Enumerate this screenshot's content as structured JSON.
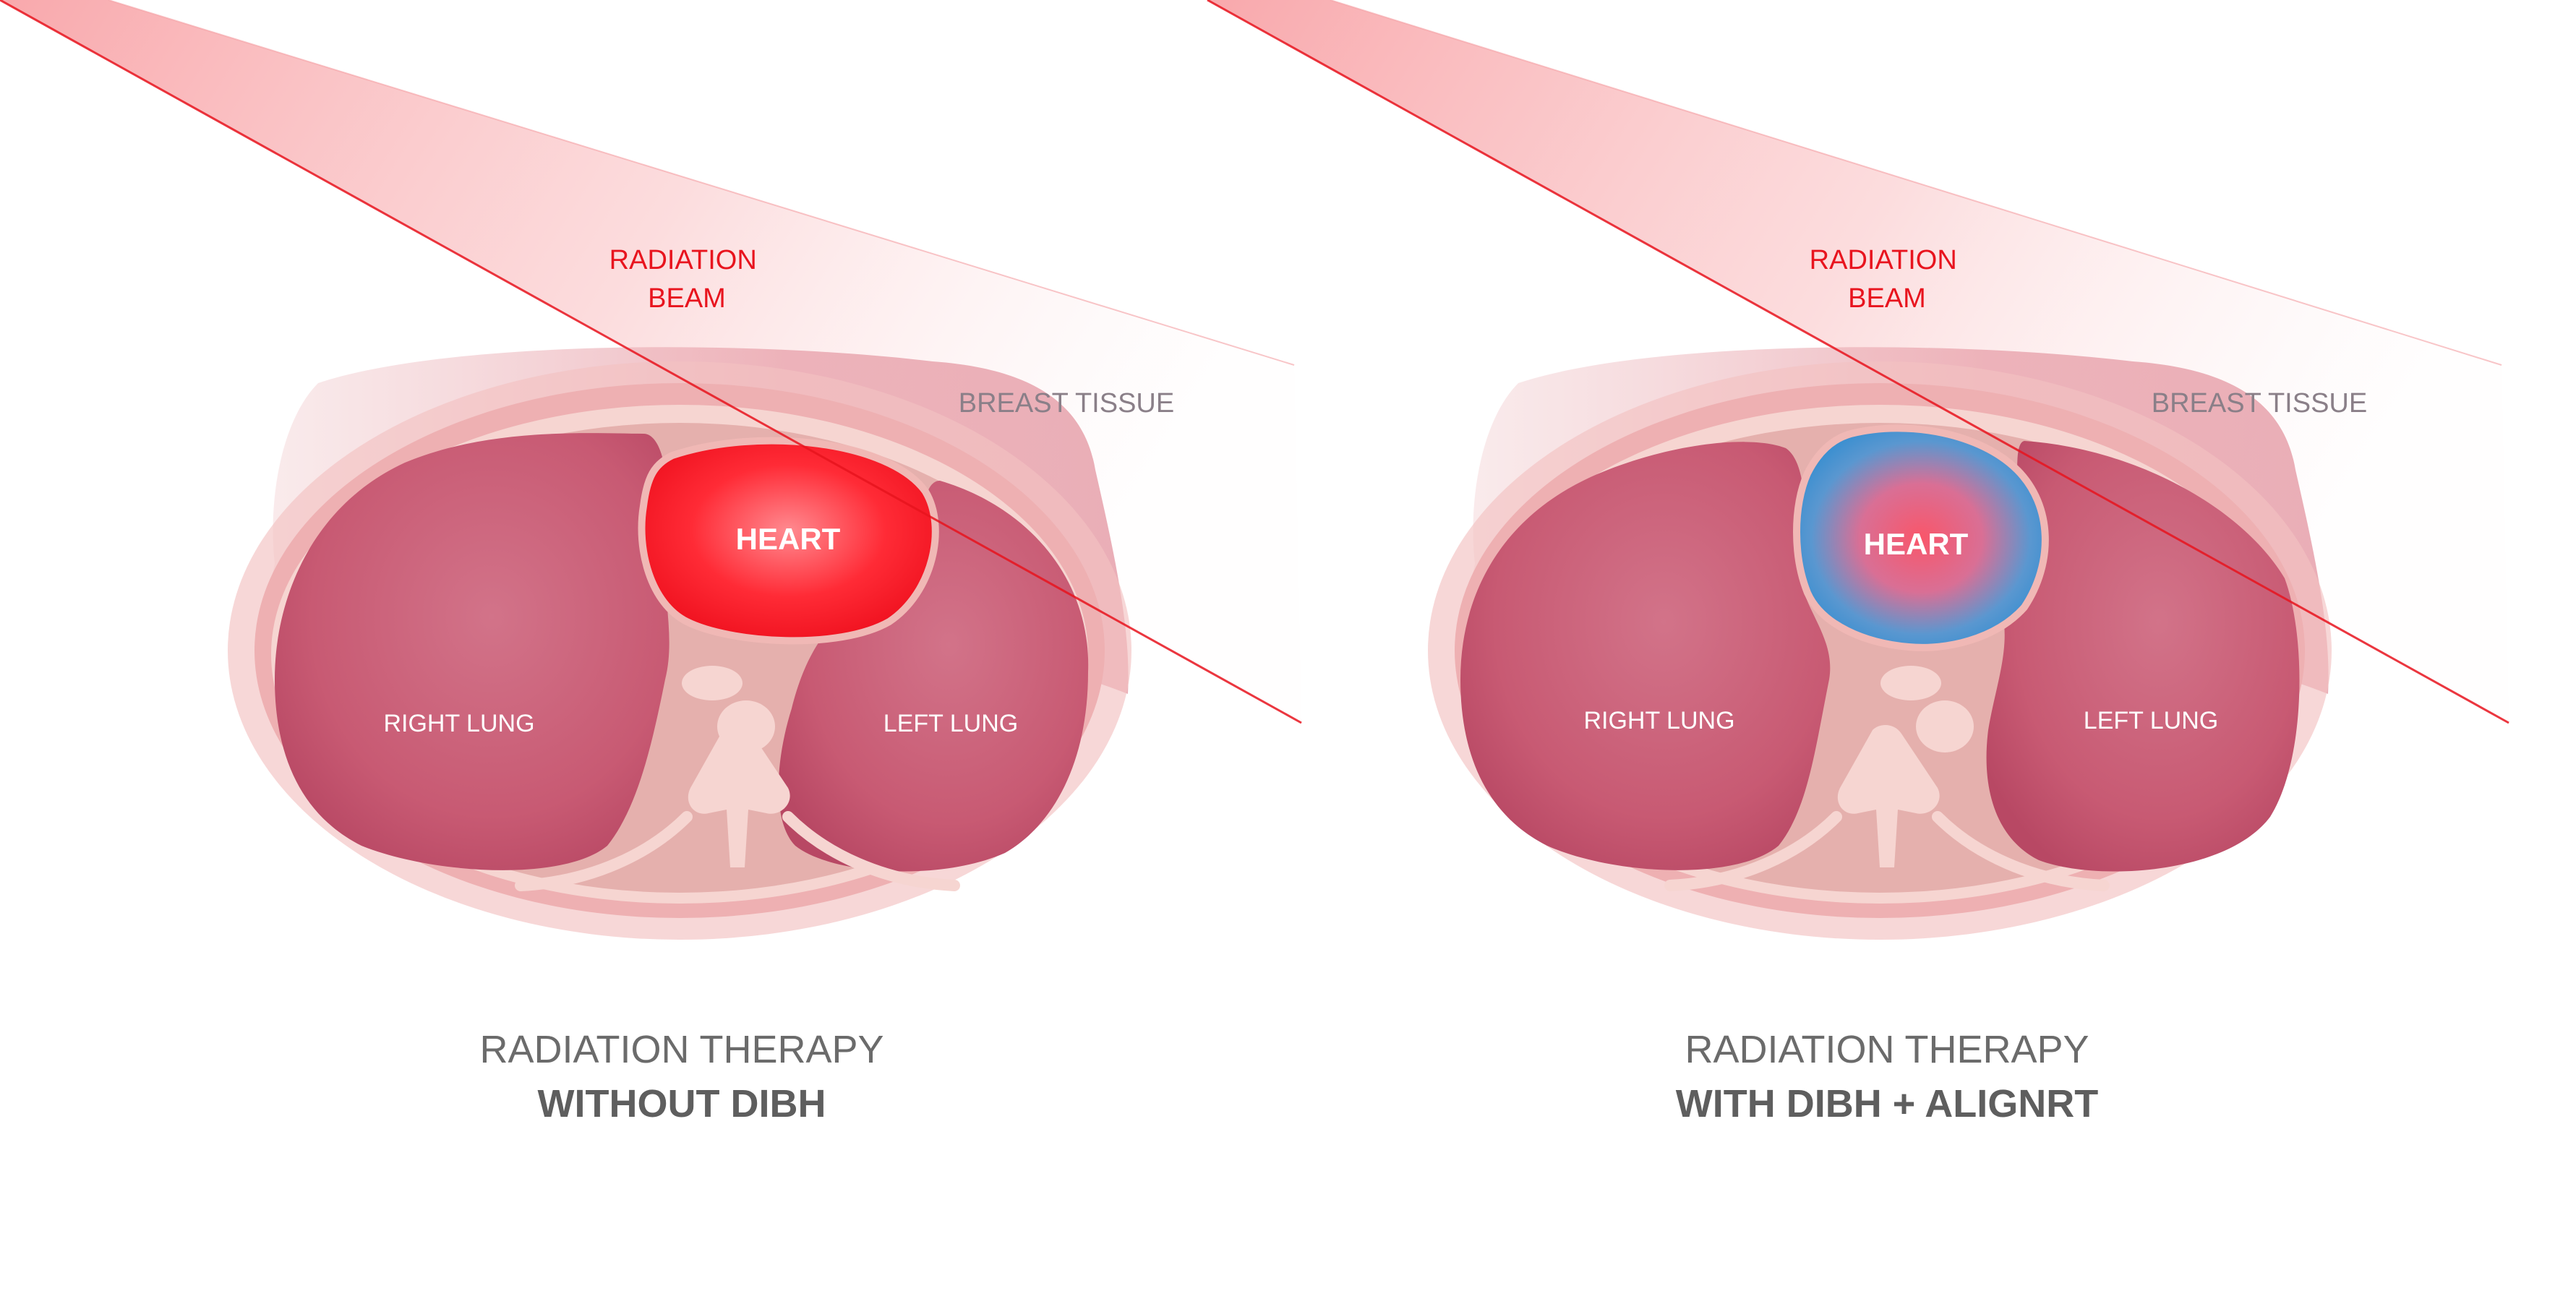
{
  "panels": [
    {
      "id": "without",
      "beam_label": [
        "RADIATION",
        "BEAM"
      ],
      "breast_tissue": "BREAST TISSUE",
      "heart": "HEART",
      "right_lung": "RIGHT LUNG",
      "left_lung": "LEFT LUNG",
      "caption_line1": "RADIATION THERAPY",
      "caption_line2": "WITHOUT DIBH",
      "heart_state": "irradiated",
      "heart_color": "#ff1f2e"
    },
    {
      "id": "with",
      "beam_label": [
        "RADIATION",
        "BEAM"
      ],
      "breast_tissue": "BREAST TISSUE",
      "heart": "HEART",
      "right_lung": "RIGHT LUNG",
      "left_lung": "LEFT LUNG",
      "caption_line1": "RADIATION THERAPY",
      "caption_line2": "WITH DIBH + ALIGNRT",
      "heart_state": "spared",
      "heart_color": "#3a8fd0"
    }
  ],
  "colors": {
    "beam": "#f25f66",
    "beam_line": "#e8141e",
    "lung": "#c95671",
    "body": "#f0b7b9",
    "bone": "#f5d3cf"
  }
}
